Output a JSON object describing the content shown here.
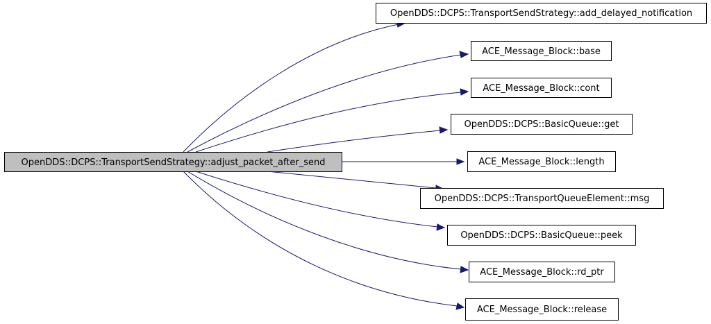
{
  "diagram": {
    "source": {
      "label": "OpenDDS::DCPS::TransportSendStrategy::adjust_packet_after_send",
      "fill": "#bfbfbf"
    },
    "targets": [
      {
        "id": "add-delayed-notification",
        "label": "OpenDDS::DCPS::TransportSendStrategy::add_delayed_notification"
      },
      {
        "id": "base",
        "label": "ACE_Message_Block::base"
      },
      {
        "id": "cont",
        "label": "ACE_Message_Block::cont"
      },
      {
        "id": "basicqueue-get",
        "label": "OpenDDS::DCPS::BasicQueue::get"
      },
      {
        "id": "length",
        "label": "ACE_Message_Block::length"
      },
      {
        "id": "transportqueueelement-msg",
        "label": "OpenDDS::DCPS::TransportQueueElement::msg"
      },
      {
        "id": "basicqueue-peek",
        "label": "OpenDDS::DCPS::BasicQueue::peek"
      },
      {
        "id": "rd-ptr",
        "label": "ACE_Message_Block::rd_ptr"
      },
      {
        "id": "release",
        "label": "ACE_Message_Block::release"
      }
    ],
    "colors": {
      "edge": "#191970",
      "node_fill": "#ffffff",
      "node_border": "#000000",
      "source_fill": "#bfbfbf"
    }
  }
}
